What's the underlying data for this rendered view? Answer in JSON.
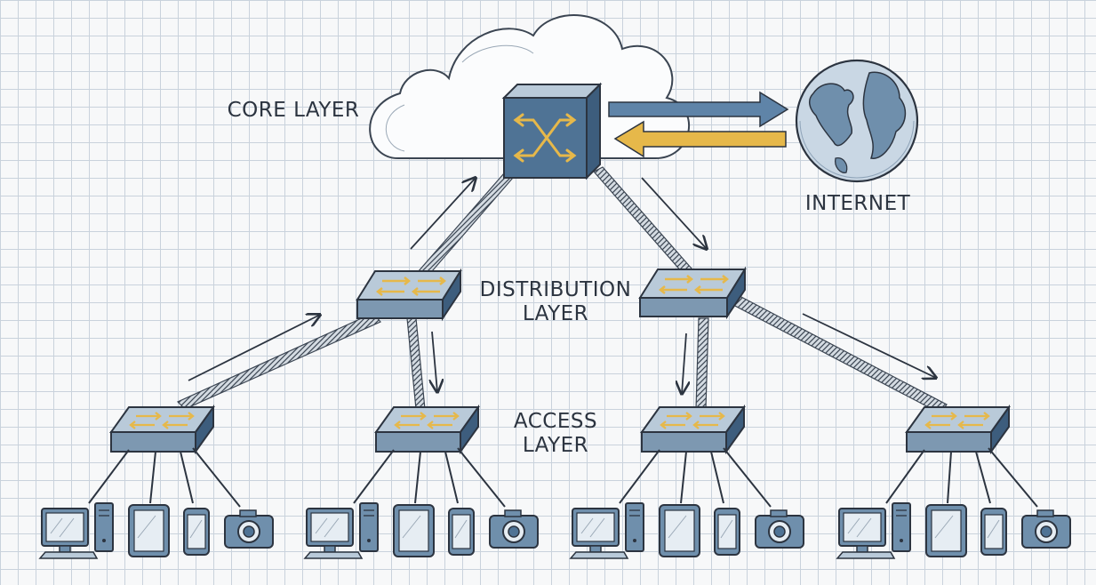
{
  "labels": {
    "core": "CORE LAYER",
    "internet": "INTERNET",
    "distribution_line1": "DISTRIBUTION",
    "distribution_line2": "LAYER",
    "access_line1": "ACCESS",
    "access_line2": "LAYER"
  },
  "colors": {
    "switch_fill": "#4f7395",
    "switch_top": "#b9cad9",
    "switch_front": "#7d98b1",
    "arrow_yellow": "#e6b84a",
    "arrow_blue": "#5f84a8",
    "ink": "#2c3440",
    "device_fill": "#6f8fac",
    "ocean": "#c9d7e4"
  },
  "icons": {
    "core_switch": "core-switch-icon",
    "cloud": "cloud-icon",
    "globe": "globe-icon",
    "distribution_switch": "distribution-switch-icon",
    "access_switch": "access-switch-icon",
    "desktop": "desktop-computer-icon",
    "tablet": "tablet-icon",
    "phone": "smartphone-icon",
    "camera": "camera-icon"
  }
}
